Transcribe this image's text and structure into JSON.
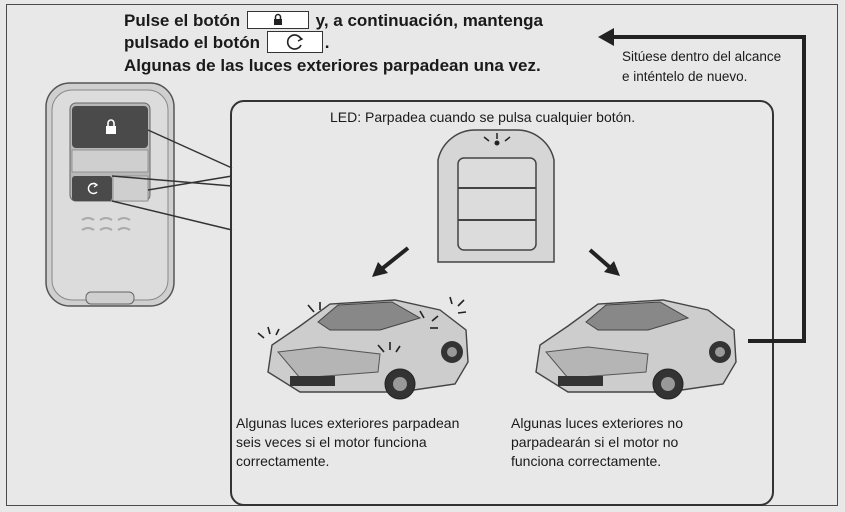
{
  "instructions": {
    "line1_before": "Pulse el botón",
    "line1_after": "y, a continuación, mantenga",
    "line2_before": "pulsado el botón",
    "line2_after": ".",
    "line3": "Algunas de las luces exteriores parpadean una vez."
  },
  "retry": {
    "line1": "Sitúese dentro del alcance",
    "line2": "e inténtelo de nuevo."
  },
  "led_label": "LED: Parpadea cuando se pulsa cualquier botón.",
  "captions": {
    "ok": {
      "line1": "Algunas luces exteriores parpadean",
      "line2": "seis veces si el motor funciona",
      "line3": "correctamente."
    },
    "fail": {
      "line1": "Algunas luces exteriores no",
      "line2": "parpadearán si el motor no",
      "line3": "funciona correctamente."
    }
  },
  "icons": {
    "lock": "lock-icon",
    "remote_start": "remote-start-icon"
  },
  "colors": {
    "background": "#e8e8e8",
    "line": "#333333",
    "fob": "#d4d4d4",
    "button_dark": "#4a4a4a"
  }
}
